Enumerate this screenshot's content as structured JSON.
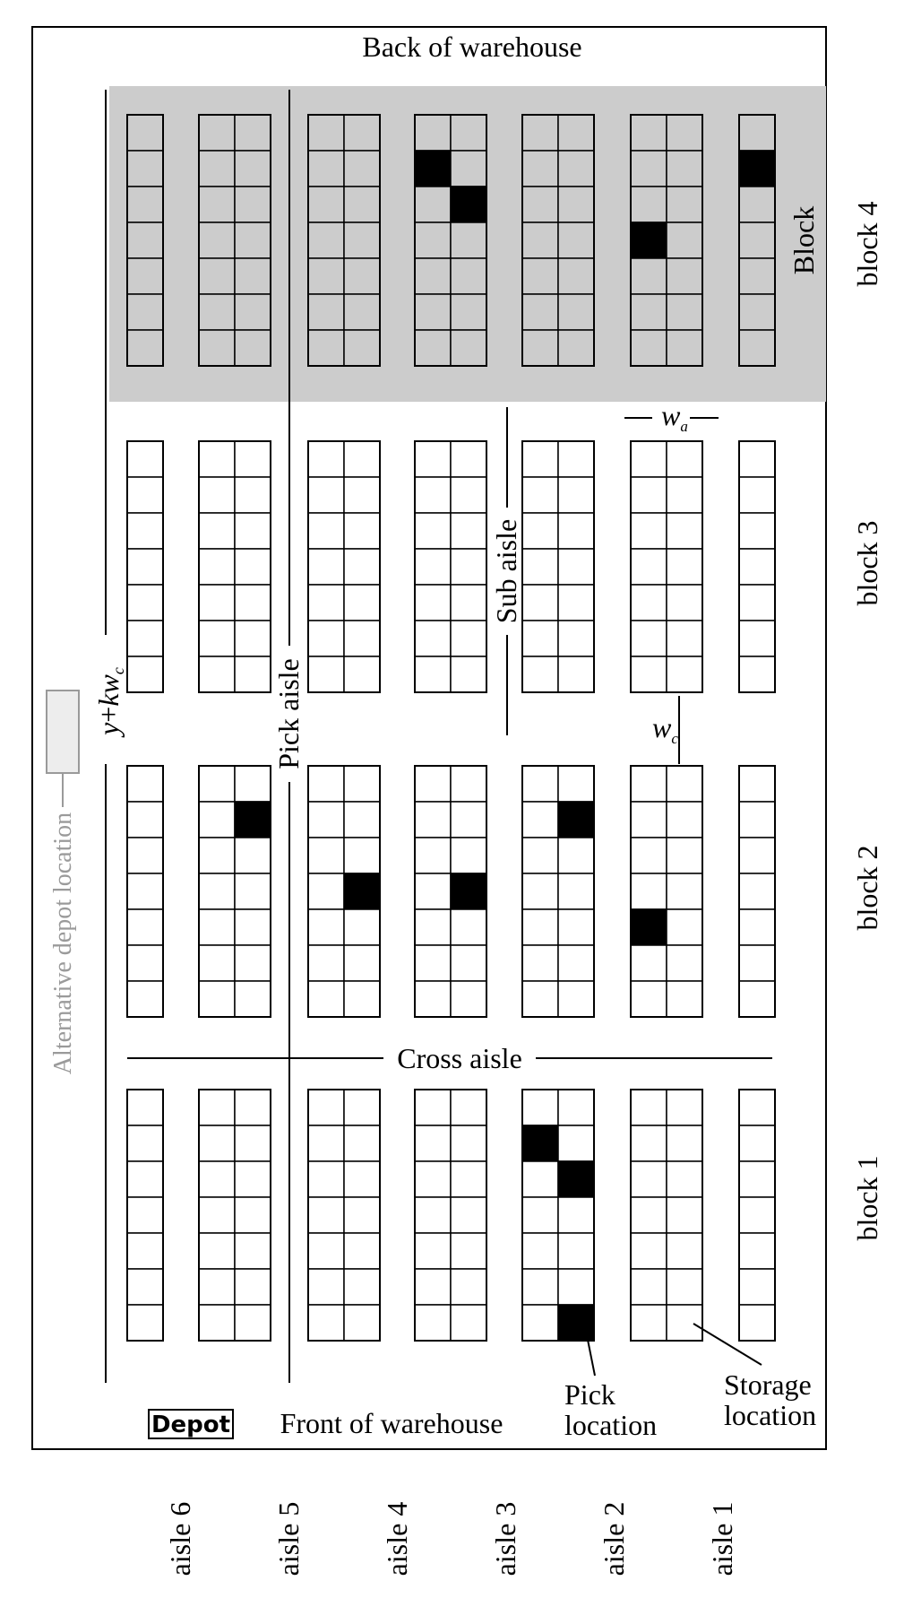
{
  "labels": {
    "back_of_warehouse": "Back of warehouse",
    "front_of_warehouse": "Front of warehouse",
    "cross_aisle": "Cross aisle",
    "sub_aisle": "Sub aisle",
    "pick_aisle": "Pick aisle",
    "block_region": "Block",
    "alt_depot": "Alternative depot location",
    "depot": "Depot",
    "pick_location": [
      "Pick",
      "location"
    ],
    "storage_location": [
      "Storage",
      "location"
    ],
    "wa_base": "w",
    "wa_sub": "a",
    "wc_base": "w",
    "wc_sub": "c",
    "width_expr_a": "y",
    "width_expr_b": "+",
    "width_expr_c": "kw",
    "width_expr_d": "c"
  },
  "blocks": [
    "block 1",
    "block 2",
    "block 3",
    "block 4"
  ],
  "aisles": [
    "aisle 6",
    "aisle 5",
    "aisle 4",
    "aisle 3",
    "aisle 2",
    "aisle 1"
  ],
  "colors": {
    "highlight_block": "#cccccc",
    "pick_cell": "#000000",
    "alt_depot_fill": "#ededed",
    "alt_depot_stroke": "#9a9a9a"
  },
  "highlighted_block": "block 4",
  "picks": [
    {
      "block": 4,
      "rack": 4,
      "col": 0,
      "row": 1
    },
    {
      "block": 4,
      "rack": 4,
      "col": 1,
      "row": 2
    },
    {
      "block": 4,
      "rack": 6,
      "col": 0,
      "row": 3
    },
    {
      "block": 4,
      "rack": 7,
      "col": 0,
      "row": 1
    },
    {
      "block": 2,
      "rack": 2,
      "col": 1,
      "row": 1
    },
    {
      "block": 2,
      "rack": 3,
      "col": 1,
      "row": 3
    },
    {
      "block": 2,
      "rack": 4,
      "col": 1,
      "row": 3
    },
    {
      "block": 2,
      "rack": 5,
      "col": 1,
      "row": 1
    },
    {
      "block": 2,
      "rack": 6,
      "col": 0,
      "row": 4
    },
    {
      "block": 1,
      "rack": 5,
      "col": 0,
      "row": 1
    },
    {
      "block": 1,
      "rack": 5,
      "col": 1,
      "row": 2
    },
    {
      "block": 1,
      "rack": 5,
      "col": 1,
      "row": 6
    }
  ]
}
